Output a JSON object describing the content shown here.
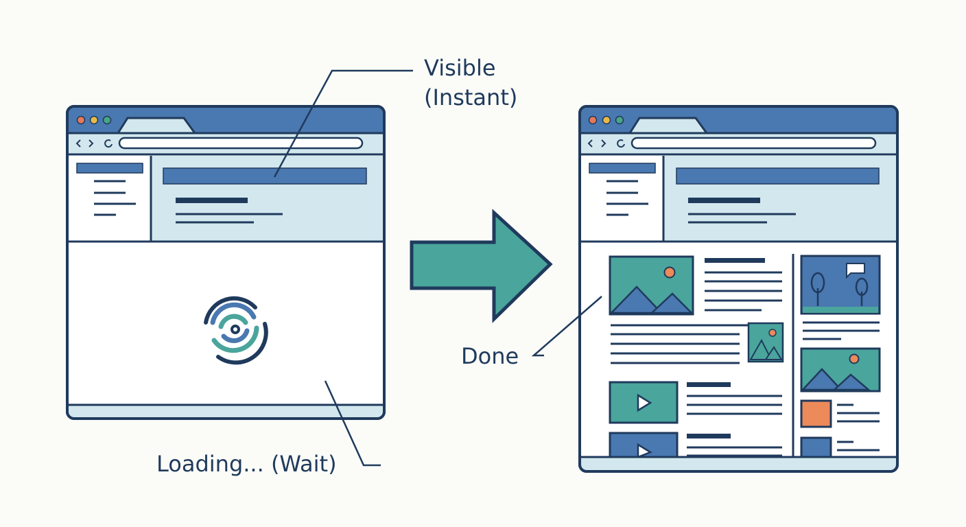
{
  "labels": {
    "visible": "Visible",
    "instant": "(Instant)",
    "done": "Done",
    "loading": "Loading... (Wait)"
  },
  "colors": {
    "outline": "#1f3a5c",
    "chrome_blue": "#4a78b0",
    "light_panel": "#d3e8ee",
    "white": "#ffffff",
    "teal": "#4aa59c",
    "orange": "#ec8a5a",
    "dot_red": "#e8785b",
    "dot_yellow": "#e8b94a",
    "dot_green": "#4aa588",
    "background": "#fbfbf8"
  },
  "icons": {
    "spinner": "swirl-loading-spinner-icon",
    "arrow": "right-arrow-icon",
    "image": "landscape-image-icon",
    "video": "play-video-icon",
    "nav_back": "chevron-left-icon",
    "nav_forward": "chevron-right-icon",
    "reload": "reload-icon"
  }
}
